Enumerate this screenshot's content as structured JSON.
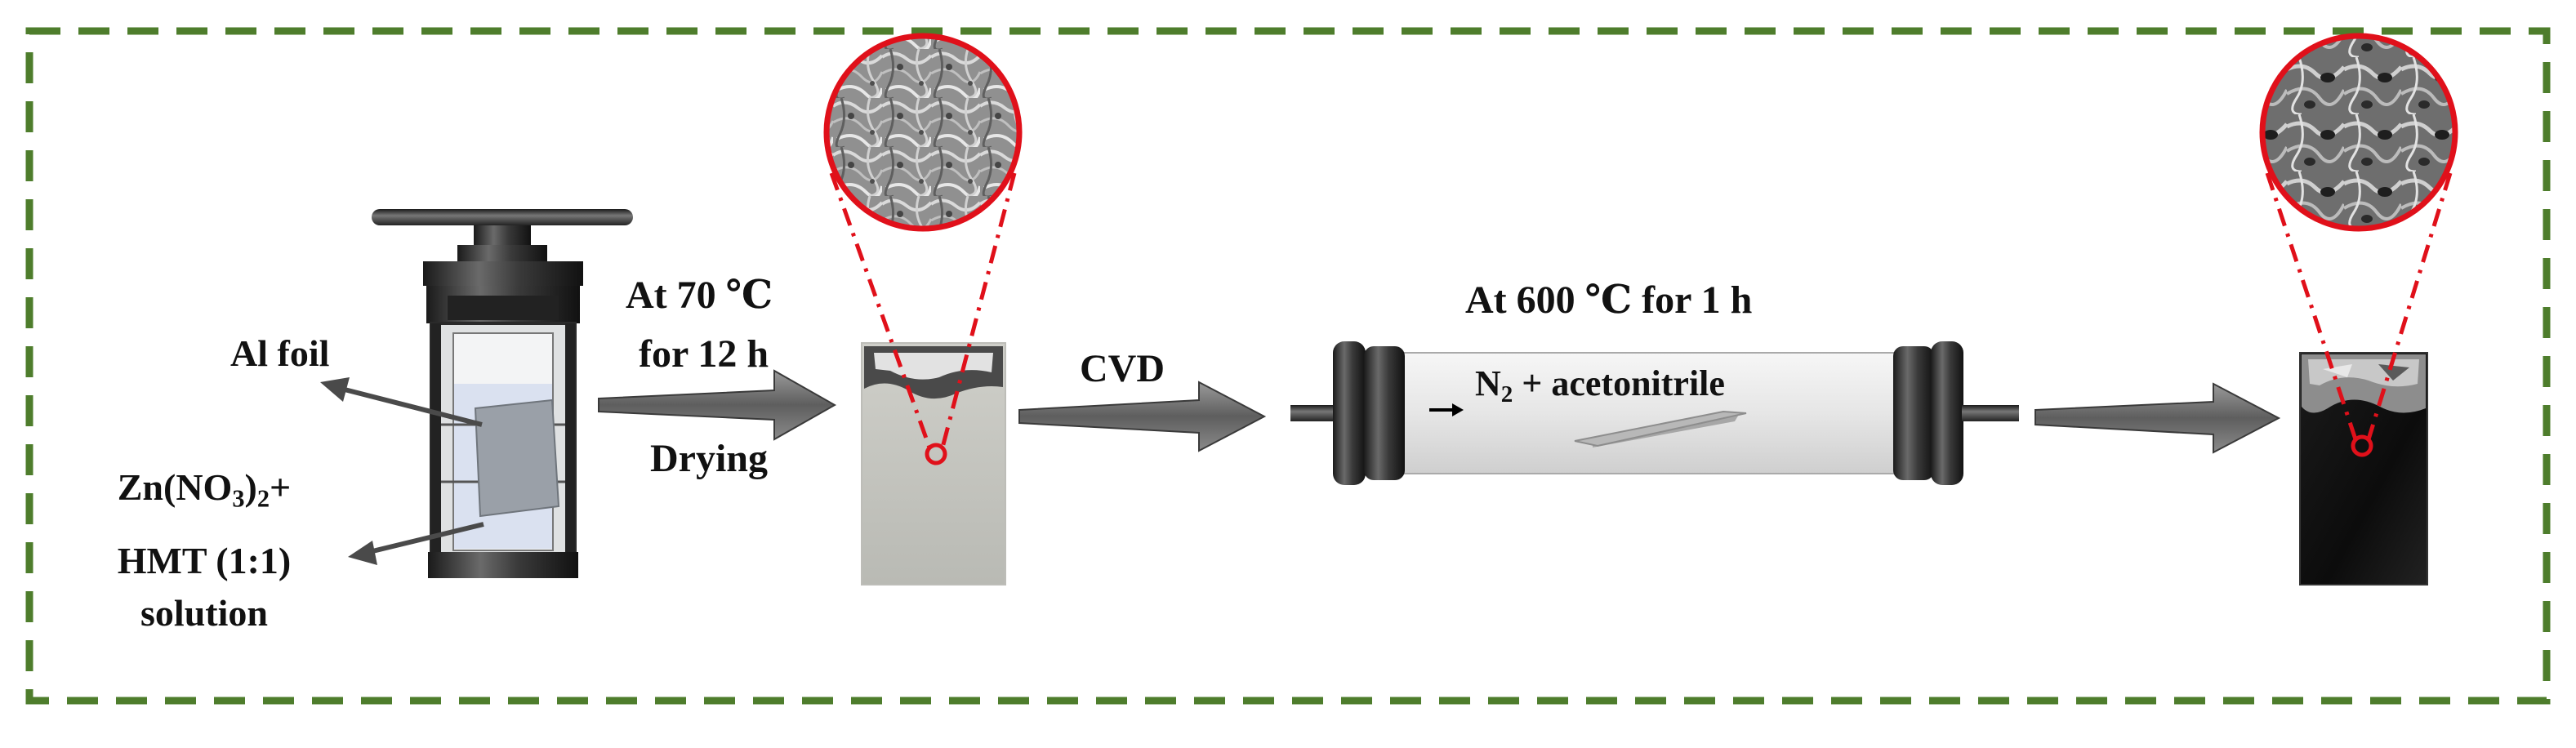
{
  "process": {
    "autoclave": {
      "al_foil_label": "Al foil",
      "solution_label": {
        "line1_a": "Zn(NO",
        "line1_sub1": "3",
        "line1_b": ")",
        "line1_sub2": "2",
        "line1_c": "+",
        "line2": "HMT (1:1)",
        "line3": "solution"
      }
    },
    "step1": {
      "line1": "At 70 ℃",
      "line2": "for 12 h",
      "line3": "Drying"
    },
    "step2": {
      "label": "CVD"
    },
    "furnace": {
      "condition": "At 600 ℃ for 1 h",
      "gas_a": "N",
      "gas_sub": "2",
      "gas_b": " + acetonitrile"
    }
  },
  "colors": {
    "frame_border": "#4e7d2c",
    "zoom_circle": "#e0101a",
    "arrow_fill": "#6b6b6b",
    "arrow_stroke": "#3a3a3a"
  }
}
